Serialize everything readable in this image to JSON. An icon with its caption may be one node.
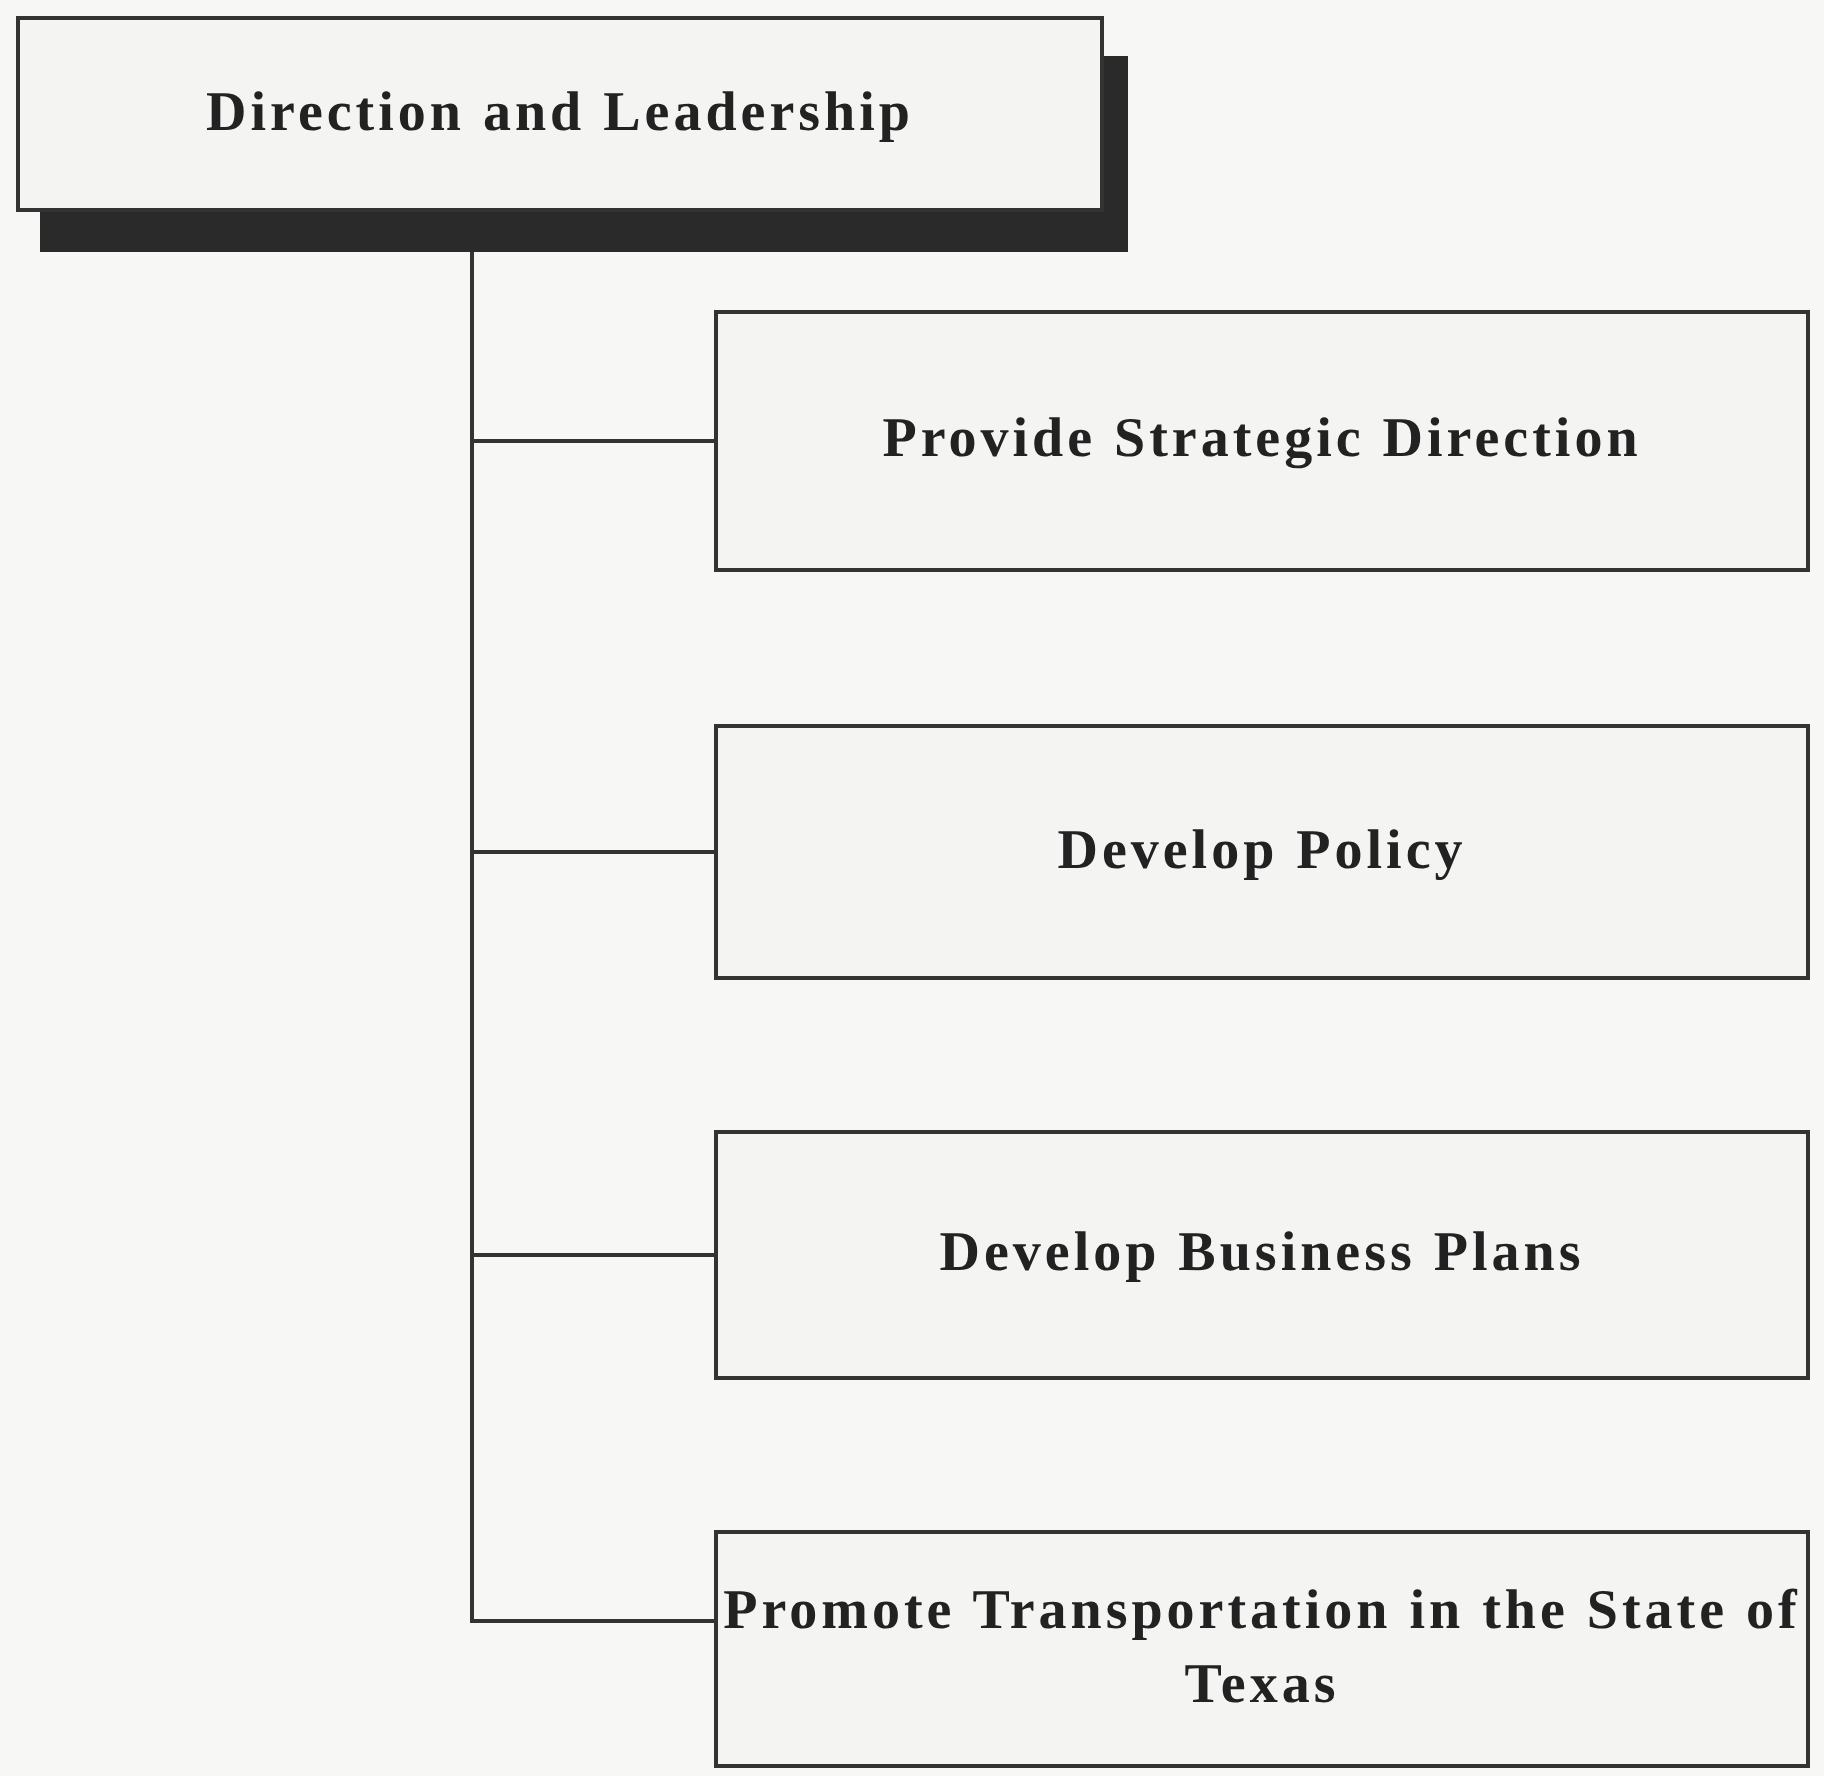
{
  "diagram": {
    "nodes": [
      {
        "text": [
          "Direction and Leadership"
        ]
      },
      {
        "text": [
          "Provide Strategic Direction"
        ]
      },
      {
        "text": [
          "Develop Policy"
        ]
      },
      {
        "text": [
          "Develop Business Plans"
        ]
      },
      {
        "text": [
          "Promote Transportation in the State of Texas"
        ]
      }
    ],
    "edges": [
      {
        "from": 0,
        "to": 1,
        "arrow": "none"
      },
      {
        "from": 0,
        "to": 2,
        "arrow": "none"
      },
      {
        "from": 0,
        "to": 3,
        "arrow": "none"
      },
      {
        "from": 0,
        "to": 4,
        "arrow": "none"
      }
    ]
  }
}
